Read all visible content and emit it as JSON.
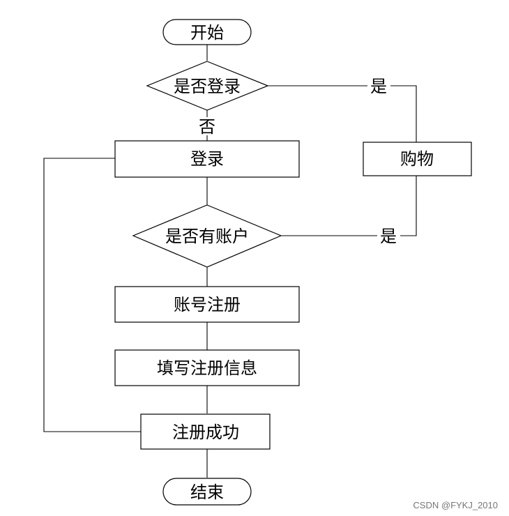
{
  "nodes": {
    "start": "开始",
    "is_logged_in": "是否登录",
    "login": "登录",
    "shopping": "购物",
    "has_account": "是否有账户",
    "register_account": "账号注册",
    "fill_info": "填写注册信息",
    "register_success": "注册成功",
    "end": "结束"
  },
  "edges": {
    "logged_in_yes": "是",
    "logged_in_no": "否",
    "has_account_yes": "是"
  },
  "watermark": "CSDN @FYKJ_2010"
}
